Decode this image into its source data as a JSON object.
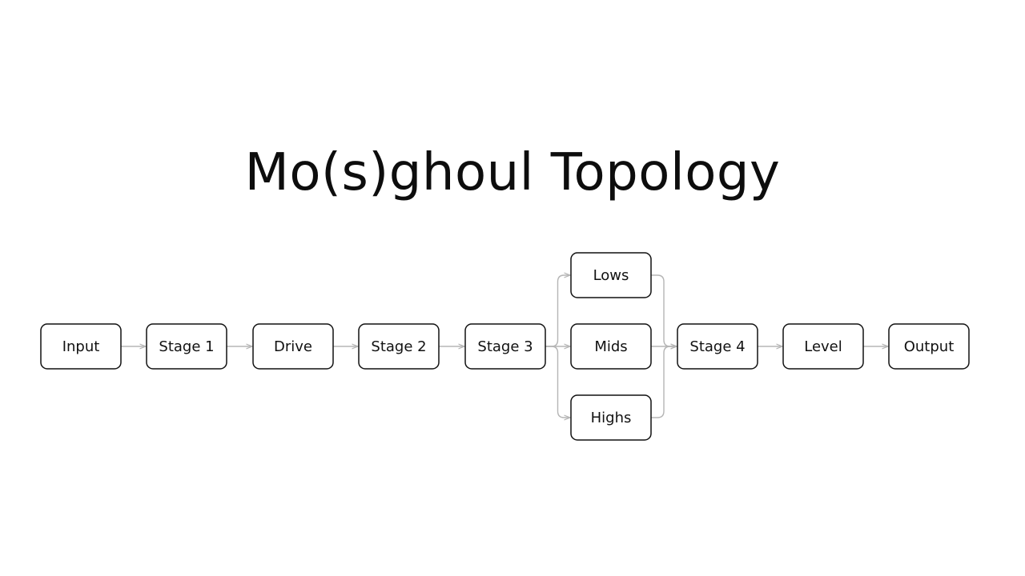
{
  "title": "Mo(s)ghoul Topology",
  "colors": {
    "background": "#ffffff",
    "node_border": "#111111",
    "edge": "#b5b5b5",
    "text": "#111111"
  },
  "diagram": {
    "nodes": [
      {
        "id": "input",
        "label": "Input"
      },
      {
        "id": "stage1",
        "label": "Stage 1"
      },
      {
        "id": "drive",
        "label": "Drive"
      },
      {
        "id": "stage2",
        "label": "Stage 2"
      },
      {
        "id": "stage3",
        "label": "Stage 3"
      },
      {
        "id": "lows",
        "label": "Lows"
      },
      {
        "id": "mids",
        "label": "Mids"
      },
      {
        "id": "highs",
        "label": "Highs"
      },
      {
        "id": "stage4",
        "label": "Stage 4"
      },
      {
        "id": "level",
        "label": "Level"
      },
      {
        "id": "output",
        "label": "Output"
      }
    ],
    "edges": [
      {
        "from": "input",
        "to": "stage1"
      },
      {
        "from": "stage1",
        "to": "drive"
      },
      {
        "from": "drive",
        "to": "stage2"
      },
      {
        "from": "stage2",
        "to": "stage3"
      },
      {
        "from": "stage3",
        "to": "lows"
      },
      {
        "from": "stage3",
        "to": "mids"
      },
      {
        "from": "stage3",
        "to": "highs"
      },
      {
        "from": "lows",
        "to": "stage4"
      },
      {
        "from": "mids",
        "to": "stage4"
      },
      {
        "from": "highs",
        "to": "stage4"
      },
      {
        "from": "stage4",
        "to": "level"
      },
      {
        "from": "level",
        "to": "output"
      }
    ]
  }
}
